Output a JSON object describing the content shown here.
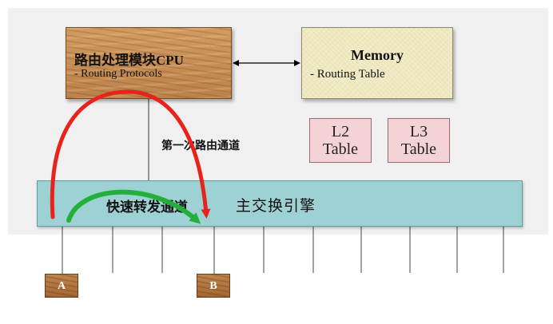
{
  "cpu": {
    "title": "路由处理模块CPU",
    "subtitle": "- Routing Protocols"
  },
  "memory": {
    "title": "Memory",
    "subtitle": "- Routing Table"
  },
  "tables": {
    "l2": {
      "line1": "L2",
      "line2": "Table"
    },
    "l3": {
      "line1": "L3",
      "line2": "Table"
    }
  },
  "labels": {
    "first_route": "第一次路由通道",
    "fast_path": "快速转发通道",
    "engine": "主交换引擎"
  },
  "ports": {
    "a": "A",
    "b": "B"
  },
  "colors": {
    "first_route_arrow": "#e8231c",
    "fast_path_arrow": "#22b03a",
    "engine": "#9ed1d3",
    "tables": "#f3d3d6"
  }
}
